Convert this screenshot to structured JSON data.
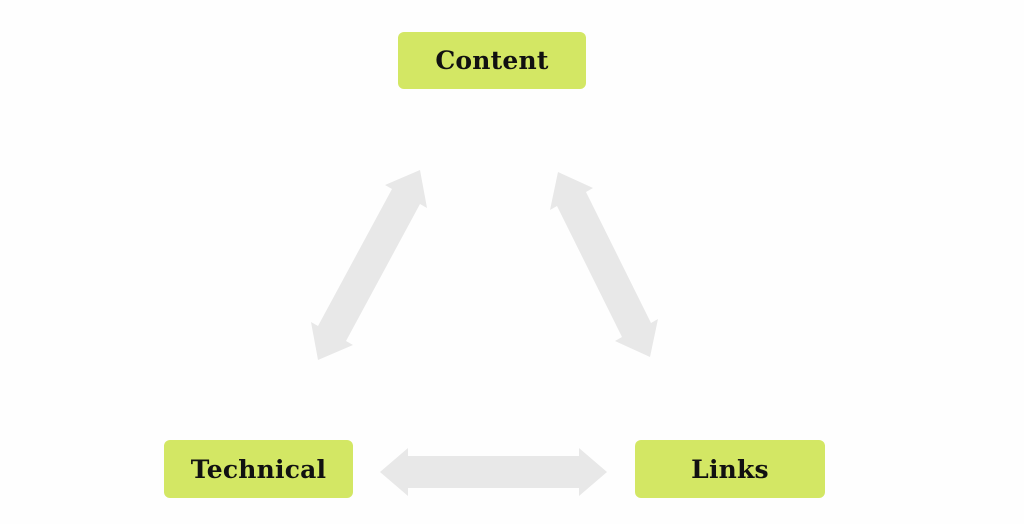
{
  "diagram": {
    "nodes": [
      {
        "id": "content",
        "label": "Content"
      },
      {
        "id": "technical",
        "label": "Technical"
      },
      {
        "id": "links",
        "label": "Links"
      }
    ],
    "connections": [
      {
        "from": "content",
        "to": "technical",
        "bidirectional": true
      },
      {
        "from": "content",
        "to": "links",
        "bidirectional": true
      },
      {
        "from": "technical",
        "to": "links",
        "bidirectional": true
      }
    ],
    "colors": {
      "node_bg": "#d3e764",
      "node_text": "#111111",
      "arrow": "#e8e8e8",
      "background": "#fefefe"
    }
  }
}
